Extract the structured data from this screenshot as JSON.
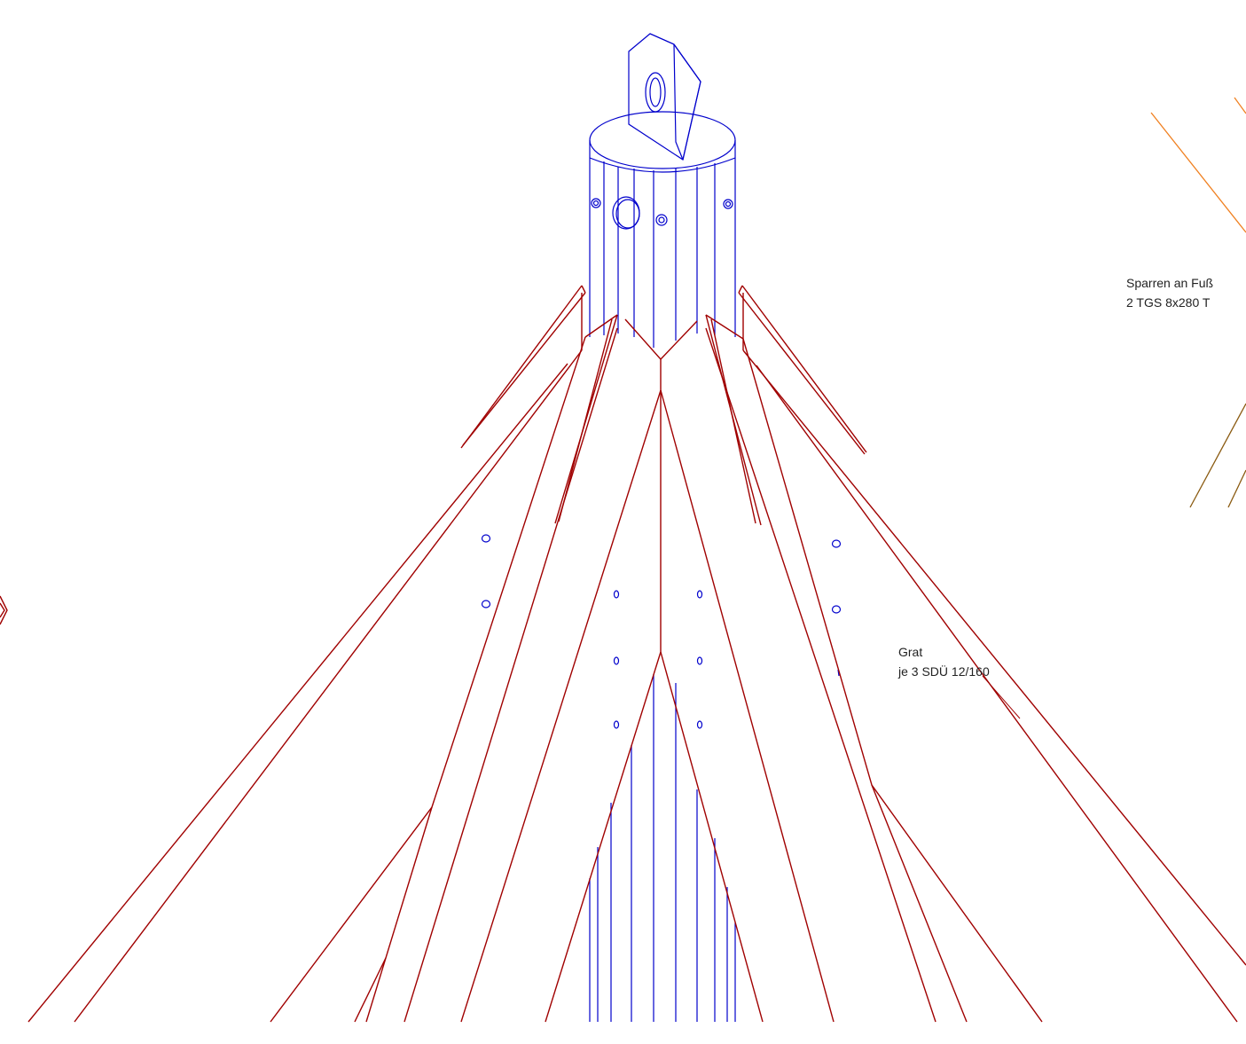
{
  "annotations": {
    "grat_title": "Grat",
    "grat_detail": "je 3 SDÜ 12/160",
    "sparren_title": "Sparren an Fuß",
    "sparren_detail": "2 TGS 8x280 T"
  },
  "colors": {
    "post": "#0000cc",
    "beams": "#a00000",
    "leader_orange": "#f08020",
    "leader_brown": "#8a5a10",
    "text": "#222222"
  }
}
